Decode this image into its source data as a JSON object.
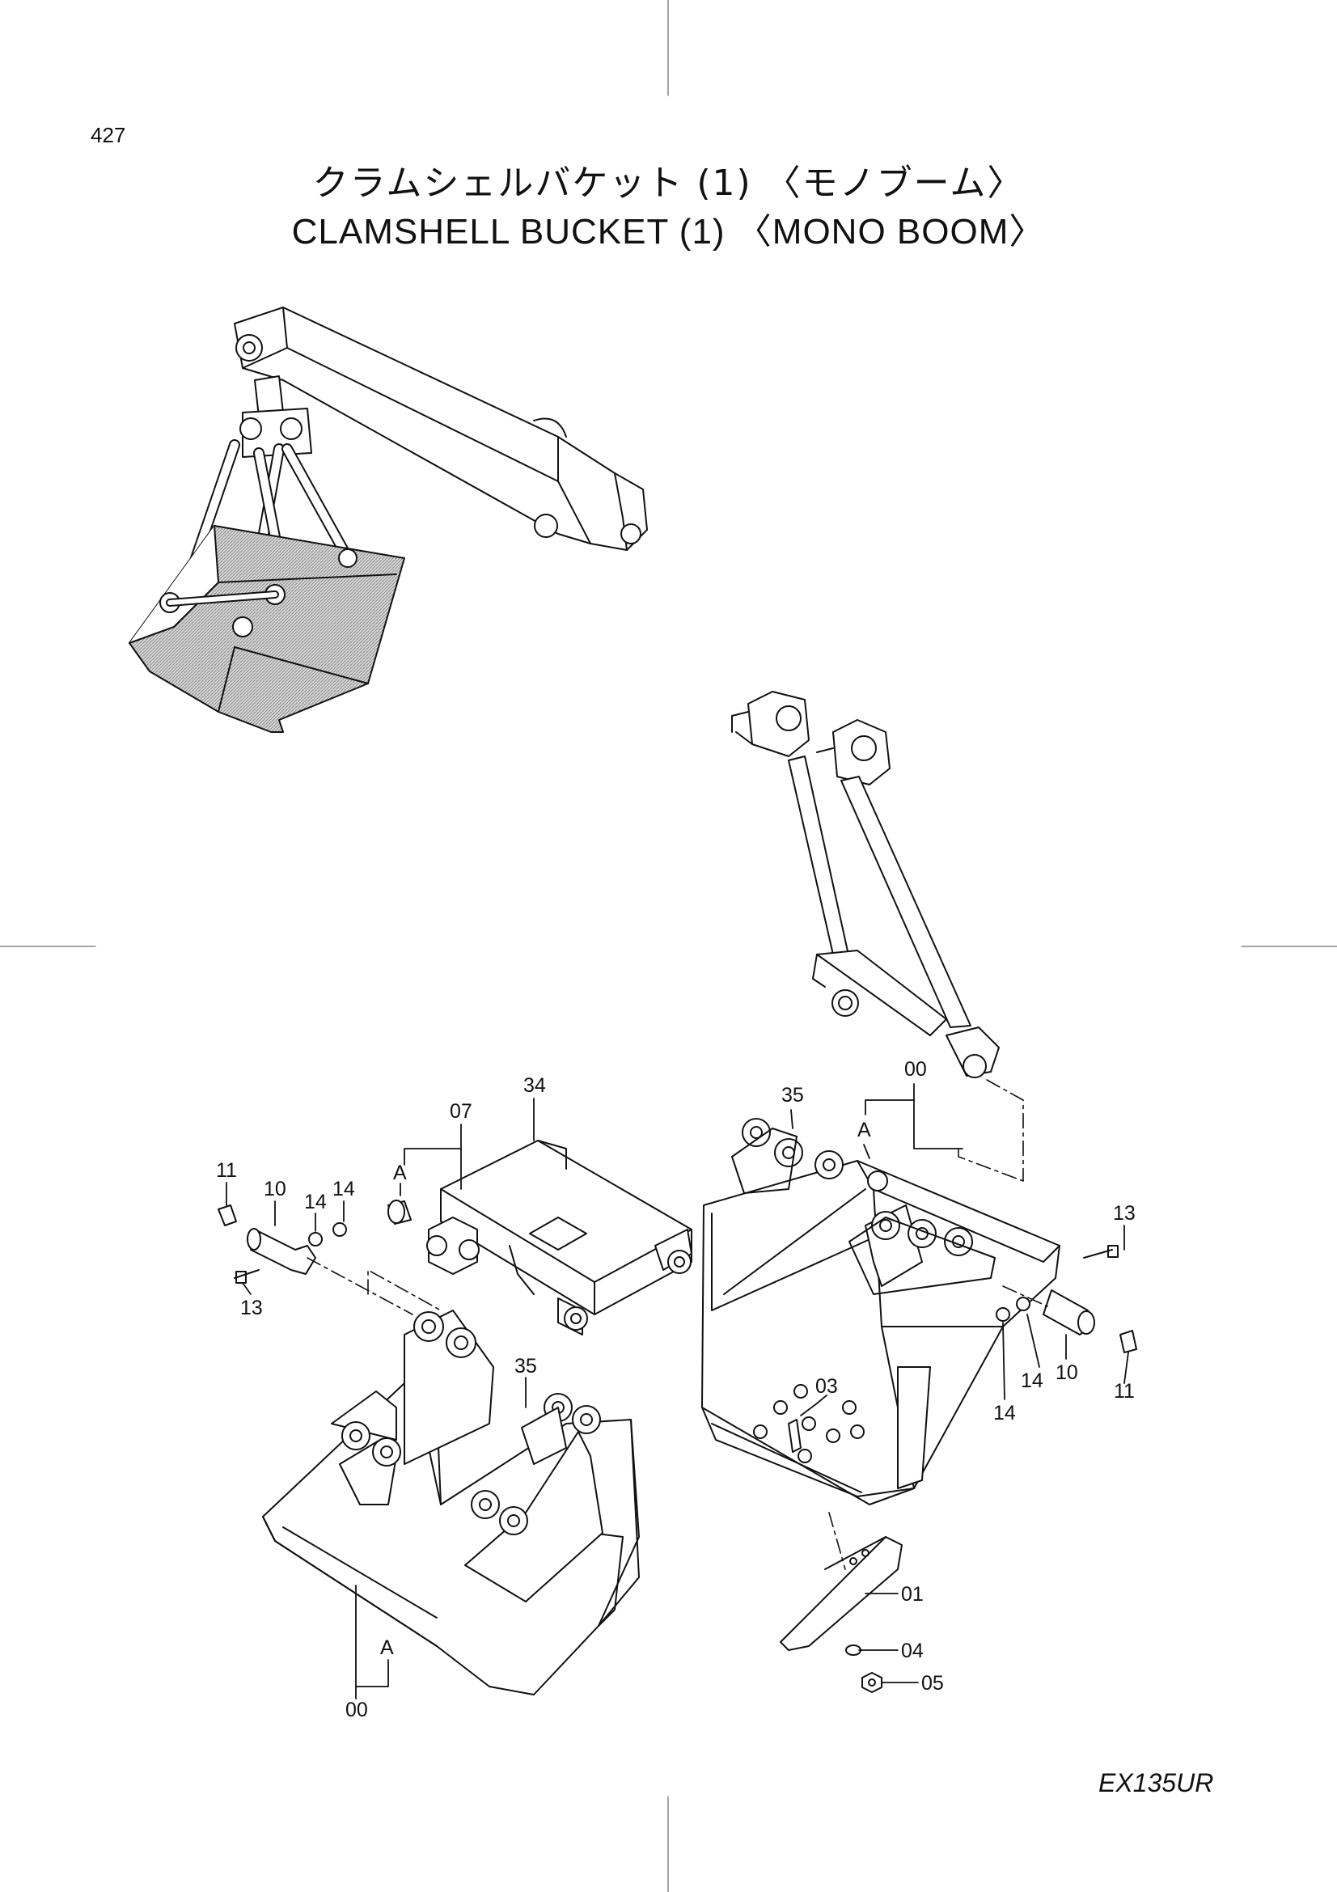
{
  "page_number": "427",
  "title_jp": "クラムシェルバケット (1) 〈モノブーム〉",
  "title_en": "CLAMSHELL  BUCKET (1) 〈MONO BOOM〉",
  "model": "EX135UR",
  "callouts": {
    "c00_right": "00",
    "c35_right": "35",
    "cA_right": "A",
    "c34": "34",
    "c07": "07",
    "cA_left": "A",
    "c11_left": "11",
    "c10_left": "10",
    "c14_left_a": "14",
    "c14_left_b": "14",
    "c13_left": "13",
    "c35_left": "35",
    "cA_bottom": "A",
    "c00_bottom": "00",
    "c13_right": "13",
    "c10_right": "10",
    "c14_right_a": "14",
    "c14_right_b": "14",
    "c11_right": "11",
    "c03": "03",
    "c01": "01",
    "c04": "04",
    "c05": "05"
  },
  "colors": {
    "ink": "#111111",
    "shade": "#9a9a9a",
    "paper": "#ffffff"
  }
}
